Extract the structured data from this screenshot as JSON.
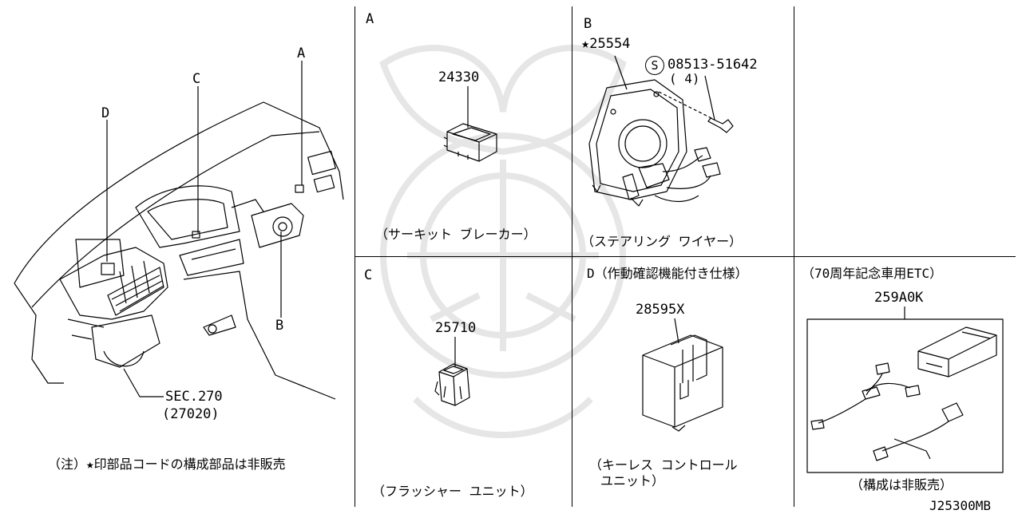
{
  "overview": {
    "callouts": {
      "a": "A",
      "b": "B",
      "c": "C",
      "d": "D"
    },
    "sec_ref": "SEC.270",
    "sec_part": "(27020)",
    "note": "（注）★印部品コードの構成部品は非販売"
  },
  "panel_a": {
    "letter": "A",
    "part_number": "24330",
    "caption": "（サーキット ブレーカー）"
  },
  "panel_b": {
    "letter": "B",
    "part_number": "★25554",
    "bolt_symbol": "S",
    "bolt_number": "08513-51642",
    "bolt_qty": "( 4)",
    "caption": "（ステアリング ワイヤー）"
  },
  "panel_c": {
    "letter": "C",
    "part_number": "25710",
    "caption": "（フラッシャー ユニット）"
  },
  "panel_d": {
    "title": "D（作動確認機能付き仕様）",
    "part_number": "28595X",
    "caption_line1": "（キーレス コントロール",
    "caption_line2": "ユニット）"
  },
  "panel_etc": {
    "title": "（70周年記念車用ETC）",
    "part_number": "259A0K",
    "caption": "（構成は非販売）"
  },
  "diagram_code": "J25300MB"
}
